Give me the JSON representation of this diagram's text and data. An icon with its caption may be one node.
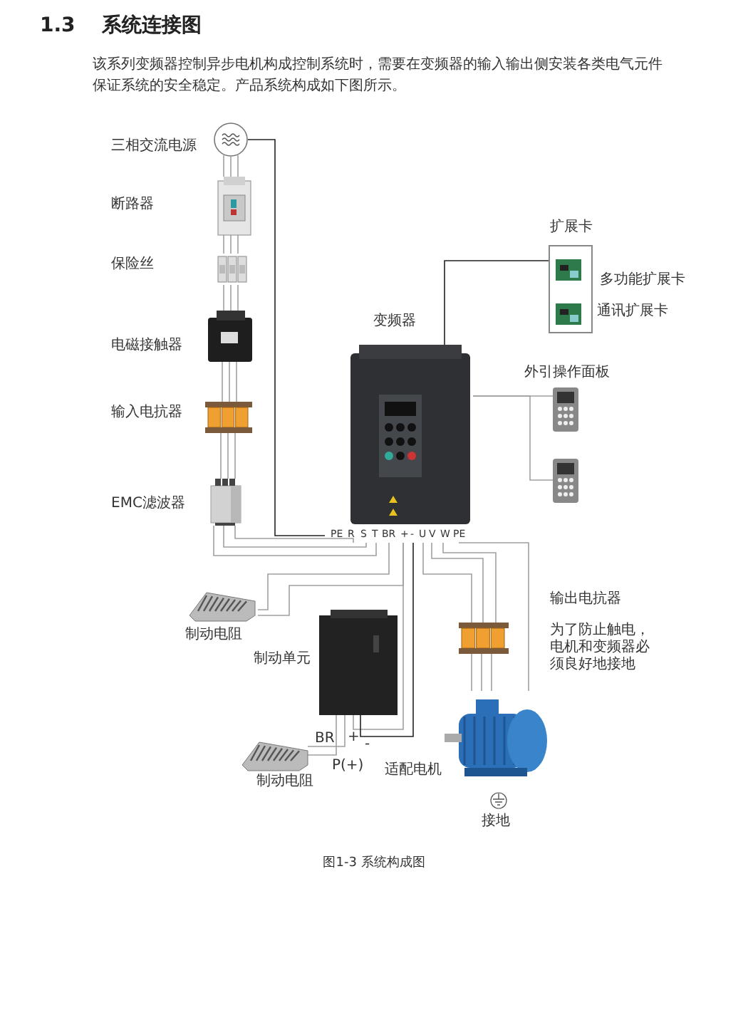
{
  "diagram": {
    "title": "1.3 系统连接图",
    "caption": "图1-3 系统构成图",
    "nodes": [
      {
        "text": [],
        "shape": "picture"
      },
      {
        "text": [],
        "shape": "picture"
      },
      {
        "text": [],
        "shape": "picture"
      },
      {
        "text": [],
        "shape": "picture"
      },
      {
        "text": [],
        "shape": "picture"
      },
      {
        "text": [],
        "shape": "picture"
      },
      {
        "text": [],
        "shape": "picture",
        "beside": [
          "变频器"
        ]
      },
      {
        "text": [
          "扩展卡"
        ]
      },
      {
        "text": [],
        "shape": "picture",
        "beside": [
          "多功能扩展卡"
        ],
        "in": 7
      },
      {
        "text": [],
        "shape": "picture",
        "beside": [
          "通讯扩展卡"
        ],
        "in": 7
      },
      {
        "text": [],
        "shape": "picture"
      },
      {
        "text": [],
        "shape": "picture"
      },
      {
        "text": [],
        "shape": "picture",
        "beside": [
          "制动电阻"
        ]
      },
      {
        "text": [],
        "shape": "picture",
        "beside": [
          "制动单元"
        ]
      },
      {
        "text": [],
        "shape": "picture",
        "beside": [
          "制动电阻"
        ]
      },
      {
        "text": [],
        "shape": "picture",
        "beside": [
          "输出电抗器"
        ]
      },
      {
        "text": [],
        "shape": "picture",
        "beside": [
          "适配电机"
        ]
      }
    ],
    "edges": [
      {
        "from": 0,
        "to": 1,
        "arrow": "none"
      },
      {
        "from": 0,
        "to": 1,
        "arrow": "none"
      },
      {
        "from": 0,
        "to": 1,
        "arrow": "none"
      },
      {
        "from": 1,
        "to": 2,
        "arrow": "none"
      },
      {
        "from": 1,
        "to": 2,
        "arrow": "none"
      },
      {
        "from": 1,
        "to": 2,
        "arrow": "none"
      },
      {
        "from": 2,
        "to": 3,
        "arrow": "none"
      },
      {
        "from": 2,
        "to": 3,
        "arrow": "none"
      },
      {
        "from": 2,
        "to": 3,
        "arrow": "none"
      },
      {
        "from": 3,
        "to": 4,
        "arrow": "none"
      },
      {
        "from": 3,
        "to": 4,
        "arrow": "none"
      },
      {
        "from": 3,
        "to": 4,
        "arrow": "none"
      },
      {
        "from": 4,
        "to": 5,
        "arrow": "none"
      },
      {
        "from": 4,
        "to": 5,
        "arrow": "none"
      },
      {
        "from": 4,
        "to": 5,
        "arrow": "none"
      },
      {
        "from": 0,
        "to": 6,
        "arrow": "none",
        "color": "#222222"
      },
      {
        "from": 5,
        "to": 6,
        "arrow": "none"
      },
      {
        "from": 5,
        "to": 6,
        "arrow": "none"
      },
      {
        "from": 5,
        "to": 6,
        "arrow": "none"
      },
      {
        "from": 6,
        "to": 7,
        "arrow": "none",
        "color": "#222222"
      },
      {
        "from": 6,
        "to": 10,
        "arrow": "none"
      },
      {
        "from": 6,
        "to": 11,
        "arrow": "none"
      },
      {
        "from": 6,
        "to": 12,
        "arrow": "none"
      },
      {
        "from": 6,
        "to": 12,
        "arrow": "none"
      },
      {
        "from": 6,
        "to": 13,
        "arrow": "none"
      },
      {
        "from": 6,
        "to": 13,
        "arrow": "none",
        "color": "#222222"
      },
      {
        "from": 13,
        "to": 14,
        "arrow": "none"
      },
      {
        "from": 13,
        "to": 14,
        "arrow": "none"
      },
      {
        "from": 6,
        "to": 15,
        "arrow": "none"
      },
      {
        "from": 6,
        "to": 15,
        "arrow": "none"
      },
      {
        "from": 6,
        "to": 15,
        "arrow": "none"
      },
      {
        "from": 15,
        "to": 16,
        "arrow": "none"
      },
      {
        "from": 15,
        "to": 16,
        "arrow": "none"
      },
      {
        "from": 15,
        "to": 16,
        "arrow": "none"
      },
      {
        "from": 6,
        "to": 16,
        "arrow": "none"
      }
    ],
    "labels": [
      "该系列变频器控制异步电机构成控制系统时，需要在变频器的输入输出侧安装各类电气元件保证系统的安全稳定。产品系统构成如下图所示。",
      "三相交流电源",
      "断路器",
      "保险丝",
      "电磁接触器",
      "输入电抗器",
      "EMC滤波器",
      "外引操作面板",
      "PE",
      "R",
      "S",
      "T",
      "BR",
      "+",
      "-",
      "U",
      "V",
      "W",
      "PE",
      "为了防止触电，电机和变频器必须良好地接地",
      "BR",
      "+",
      "-",
      "P(+)",
      "接地"
    ]
  }
}
